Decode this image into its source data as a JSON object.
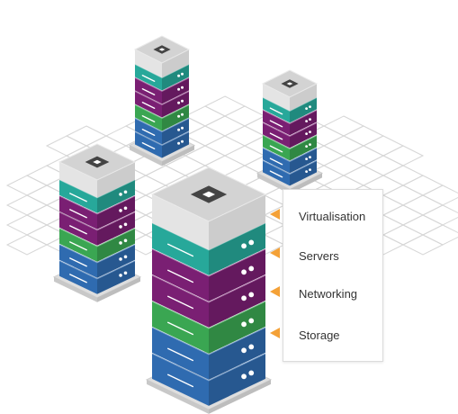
{
  "labels": {
    "items": [
      {
        "key": "virtualisation",
        "text": "Virtualisation"
      },
      {
        "key": "servers",
        "text": "Servers"
      },
      {
        "key": "networking",
        "text": "Networking"
      },
      {
        "key": "storage",
        "text": "Storage"
      }
    ]
  },
  "colors": {
    "teal": "#27a89a",
    "purple": "#7a1f73",
    "green": "#3aa652",
    "blue": "#2f6bb0",
    "top_grey": "#d3d3d3",
    "base_grey": "#dedede",
    "chip_dark": "#444444",
    "arrow_orange": "#f4a137",
    "grid_line": "#d6d6d6"
  },
  "towers": [
    {
      "name": "server-tower-back-center",
      "slabs": [
        "teal",
        "purple",
        "purple",
        "green",
        "blue",
        "blue"
      ]
    },
    {
      "name": "server-tower-back-right",
      "slabs": [
        "teal",
        "purple",
        "purple",
        "green",
        "blue",
        "blue"
      ]
    },
    {
      "name": "server-tower-left",
      "slabs": [
        "teal",
        "purple",
        "purple",
        "green",
        "blue",
        "blue"
      ]
    },
    {
      "name": "server-tower-main",
      "slabs": [
        "teal",
        "purple",
        "purple",
        "green",
        "blue",
        "blue"
      ]
    }
  ],
  "icons": {
    "arrow": "pointer-arrow-icon",
    "chip": "chip-icon"
  }
}
